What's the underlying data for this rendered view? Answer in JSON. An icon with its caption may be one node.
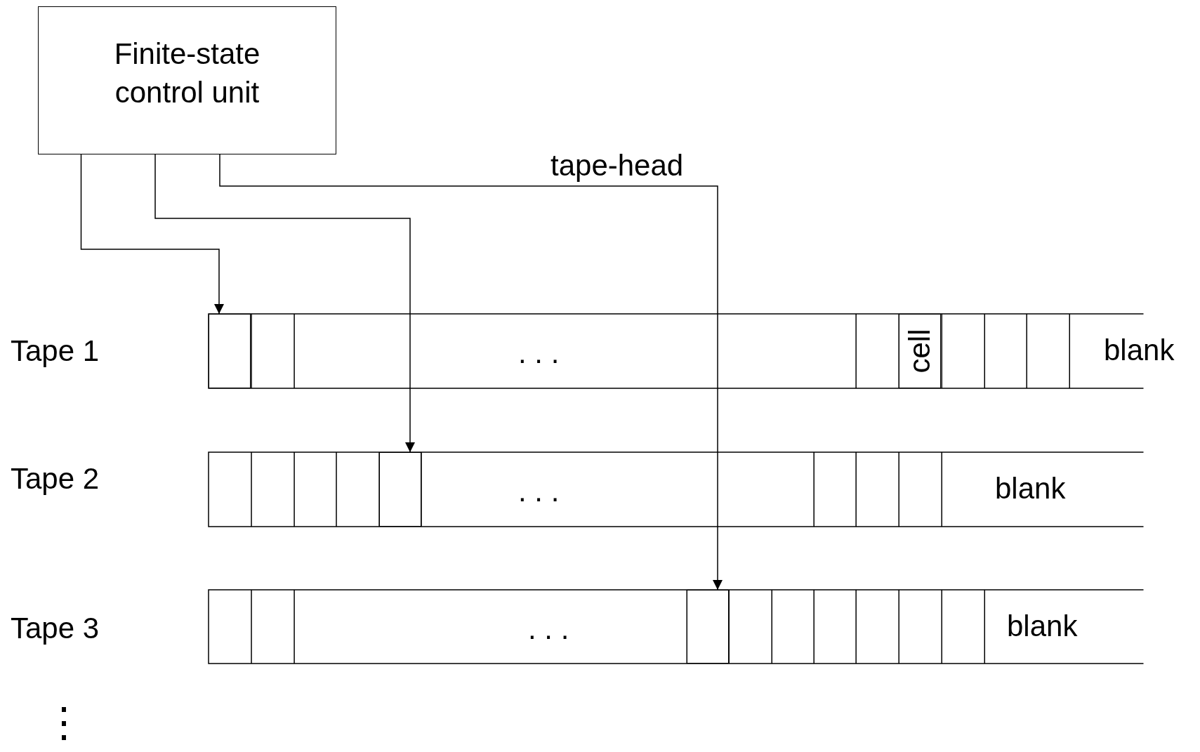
{
  "diagram": {
    "nodes": [
      {
        "text": [
          "Finite-state control unit"
        ]
      },
      {
        "text": [
          "Tape 1",
          ". . .",
          "blank"
        ]
      },
      {
        "text": [],
        "shape": "box",
        "in": 1
      },
      {
        "text": [
          "cell"
        ],
        "in": 1
      },
      {
        "text": [
          "Tape 2",
          ". . .",
          "blank"
        ]
      },
      {
        "text": [],
        "shape": "box",
        "in": 4
      },
      {
        "text": [
          "Tape 3",
          ". . .",
          "blank"
        ]
      },
      {
        "text": [],
        "shape": "box",
        "in": 6
      }
    ],
    "edges": [
      {
        "from": 0,
        "to": 2,
        "arrow": "to"
      },
      {
        "from": 0,
        "to": 5,
        "arrow": "to"
      },
      {
        "from": 0,
        "to": 7,
        "arrow": "to",
        "label": "tape-head"
      }
    ],
    "labels": [
      "⋮"
    ]
  }
}
